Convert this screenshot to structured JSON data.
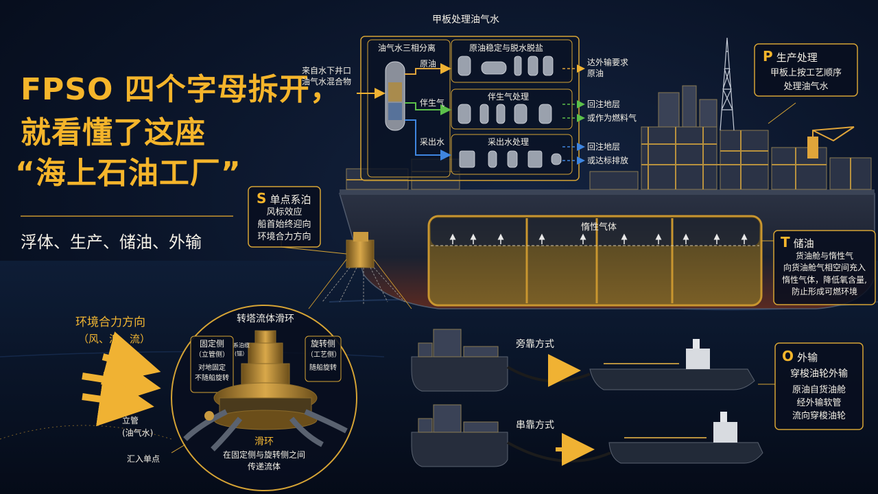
{
  "title": {
    "line1": "FPSO 四个字母拆开，",
    "line2": "就看懂了这座",
    "line3": "“海上石油工厂”",
    "subtitle": "浮体、生产、储油、外输"
  },
  "deck_process": {
    "heading": "甲板处理油气水",
    "inlet_line1": "来自水下井口",
    "inlet_line2": "油气水混合物",
    "separator_title": "油气水三相分离",
    "outlet_oil": "原油",
    "outlet_gas": "伴生气",
    "outlet_water": "采出水",
    "oil_box_title": "原油稳定与脱水脱盐",
    "oil_result_line1": "达外输要求",
    "oil_result_line2": "原油",
    "gas_box_title": "伴生气处理",
    "gas_result1": "回注地层",
    "gas_result2": "或作为燃料气",
    "water_box_title": "采出水处理",
    "water_result1": "回注地层",
    "water_result2": "或达标排放"
  },
  "letter_p": {
    "letter": "P",
    "head": "生产处理",
    "lines": [
      "甲板上按工艺顺序",
      "处理油气水"
    ]
  },
  "letter_s": {
    "letter": "S",
    "head": "单点系泊",
    "lines": [
      "风标效应",
      "船首始终迎向",
      "环境合力方向"
    ]
  },
  "letter_t": {
    "letter": "T",
    "head": "储油",
    "lines": [
      "货油舱与惰性气",
      "向货油舱气相空间充入",
      "惰性气体，降低氧含量,",
      "防止形成可燃环境"
    ]
  },
  "letter_o": {
    "letter": "O",
    "head": "外输",
    "subhead": "穿梭油轮外输",
    "lines": [
      "原油自货油舱",
      "经外输软管",
      "流向穿梭油轮"
    ]
  },
  "tank_label": "惰性气体",
  "environment": {
    "line1": "环境合力方向",
    "line2": "（风、浪、流）"
  },
  "turret": {
    "title": "转塔流体滑环",
    "fixed_head": "固定侧",
    "fixed_sub": "（立管侧）",
    "fixed_line1": "对地固定",
    "fixed_line2": "不随船旋转",
    "middle_line1": "系泊缆",
    "middle_line2": "(锚）",
    "rotating_head": "旋转侧",
    "rotating_sub": "（工艺侧）",
    "rotating_line": "随船旋转",
    "riser_line1": "立管",
    "riser_line2": "(油气水)",
    "merge_label": "汇入单点",
    "slip_title": "滑环",
    "slip_line1": "在固定侧与旋转侧之间",
    "slip_line2": "传递流体"
  },
  "offloading": {
    "side_by_side": "旁靠方式",
    "tandem": "串靠方式"
  },
  "colors": {
    "background": "#0a1428",
    "gold": "#f5b52b",
    "oil_flow": "#e0a53a",
    "gas_flow": "#5cc04a",
    "water_flow": "#3f86e0"
  }
}
